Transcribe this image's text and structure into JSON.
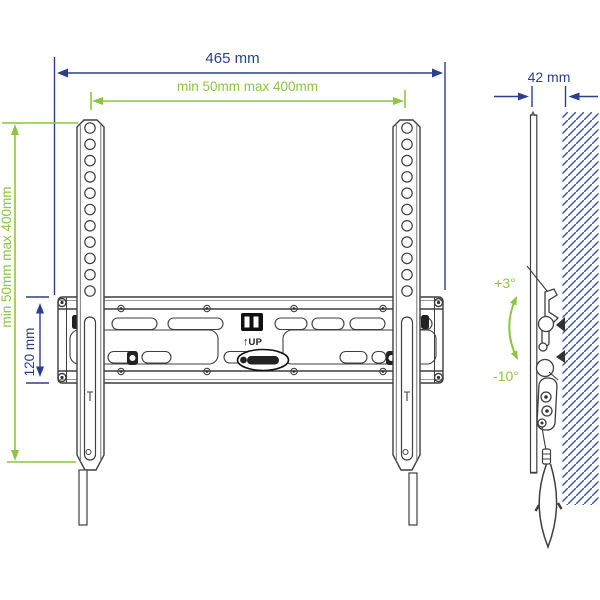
{
  "diagram": {
    "front_view": {
      "total_width": "465 mm",
      "vesa_width_range": "min 50mm max 400mm",
      "vesa_height_range": "min 50mm max 400mm",
      "rail_plate_height": "120 mm",
      "up_marker": {
        "arrow": "↑",
        "label": "UP"
      }
    },
    "side_view": {
      "wall_distance": "42 mm",
      "tilt_angle_up": "+3°",
      "tilt_angle_down": "-10°"
    },
    "colors": {
      "dimension_blue": "#2c3e94",
      "dimension_green": "#8cc63f",
      "wall_hatch_blue": "#3a54a8",
      "drawing_line_dark": "#3f3f3f"
    }
  }
}
